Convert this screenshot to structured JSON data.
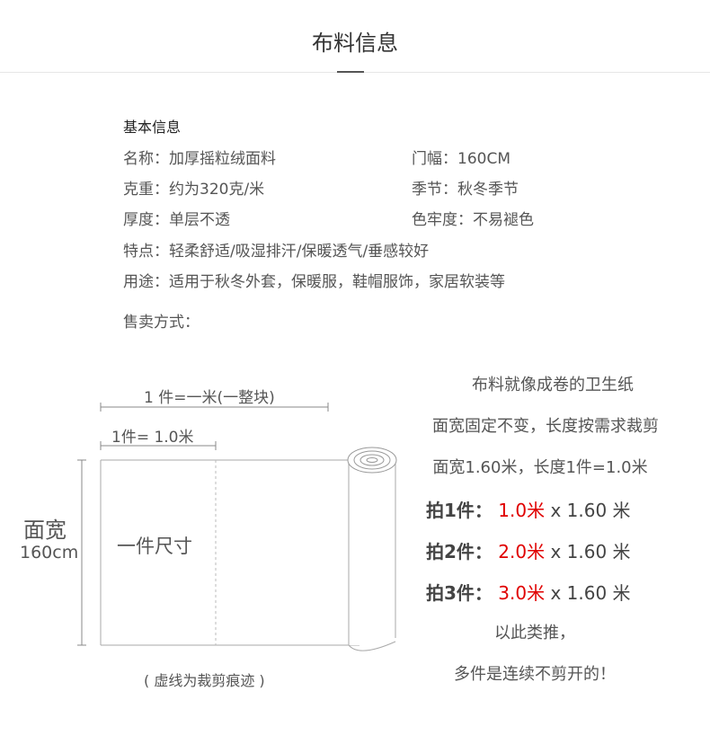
{
  "header": {
    "title": "布料信息"
  },
  "basic": {
    "section_title": "基本信息",
    "name": "名称：加厚摇粒绒面料",
    "width": "门幅：160CM",
    "weight": "克重：约为320克/米",
    "season": "季节：秋冬季节",
    "thickness": "厚度：单层不透",
    "fastness": "色牢度：不易褪色",
    "features": "特点：轻柔舒适/吸湿排汗/保暖透气/垂感较好",
    "usage": "用途：适用于秋冬外套，保暖服，鞋帽服饰，家居软装等",
    "sale": "售卖方式："
  },
  "diagram": {
    "top_dim": "1 件=一米(一整块)",
    "piece_dim": "1件= 1.0米",
    "side_label": "面宽",
    "side_value": "160cm",
    "piece_label": "一件尺寸",
    "note": "( 虚线为裁剪痕迹 )"
  },
  "info": {
    "line1": "布料就像成卷的卫生纸",
    "line2": "面宽固定不变，长度按需求裁剪",
    "line3": "面宽1.60米，长度1件=1.0米",
    "prices": [
      {
        "label": "拍1件：",
        "length": "1.0米",
        "rest": "x 1.60 米"
      },
      {
        "label": "拍2件：",
        "length": "2.0米",
        "rest": "x 1.60 米"
      },
      {
        "label": "拍3件：",
        "length": "3.0米",
        "rest": "x 1.60 米"
      }
    ],
    "etc": "以此类推，",
    "footer": "多件是连续不剪开的！"
  }
}
